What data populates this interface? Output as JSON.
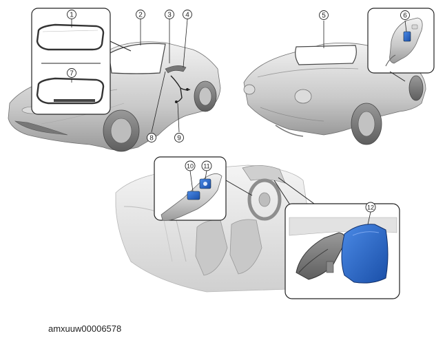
{
  "image_code": "amxuuw00006578",
  "callouts": [
    "1",
    "2",
    "3",
    "4",
    "5",
    "6",
    "7",
    "8",
    "9",
    "10",
    "11",
    "12"
  ],
  "colors": {
    "body_light": "#e6e6e6",
    "body_mid": "#b9b9b9",
    "body_dark": "#8a8a8a",
    "outline": "#555555",
    "highlight_blue": "#2f6fd1",
    "highlight_blue_dark": "#1d4d9e",
    "frame": "#222222"
  }
}
